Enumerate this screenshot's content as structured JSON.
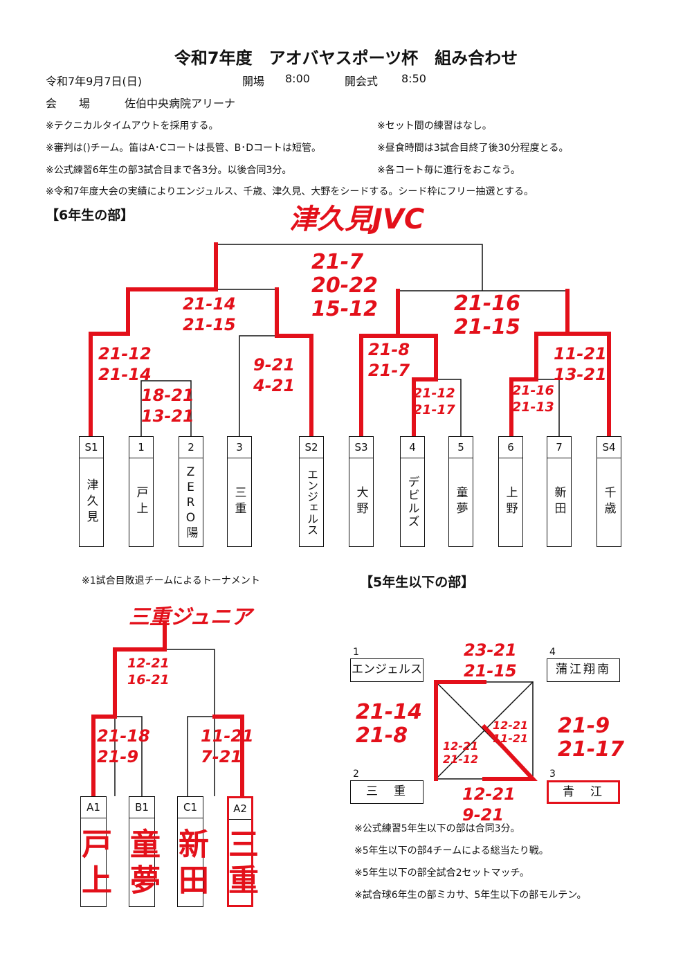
{
  "header": {
    "title": "令和7年度　アオバヤスポーツ杯　組み合わせ",
    "date": "令和7年9月7日(日)",
    "open_label": "開場",
    "open_time": "8:00",
    "ceremony_label": "開会式",
    "ceremony_time": "8:50",
    "venue_label": "会　　場",
    "venue": "佐伯中央病院アリーナ"
  },
  "notes": [
    "※テクニカルタイムアウトを採用する。",
    "※セット間の練習はなし。",
    "※審判は()チーム。笛はA･Cコートは長管、B･Dコートは短管。",
    "※昼食時間は3試合目終了後30分程度とる。",
    "※公式練習6年生の部3試合目まで各3分。以後合同3分。",
    "※各コート毎に進行をおこなう。",
    "※令和7年度大会の実績によりエンジュルス、千歳、津久見、大野をシードする。シード枠にフリー抽選とする。"
  ],
  "grade6": {
    "section_title": "【6年生の部】",
    "champion": "津久見JVC",
    "teams": [
      {
        "seed": "S1",
        "name": "津久見"
      },
      {
        "seed": "1",
        "name": "戸上"
      },
      {
        "seed": "2",
        "name": "ZERO陽"
      },
      {
        "seed": "3",
        "name": "三重"
      },
      {
        "seed": "S2",
        "name": "エンジェルス"
      },
      {
        "seed": "S3",
        "name": "大野"
      },
      {
        "seed": "4",
        "name": "デビルズ"
      },
      {
        "seed": "5",
        "name": "童夢"
      },
      {
        "seed": "6",
        "name": "上野"
      },
      {
        "seed": "7",
        "name": "新田"
      },
      {
        "seed": "S4",
        "name": "千歳"
      }
    ],
    "scores": {
      "m_1_2": [
        "18-21",
        "13-21"
      ],
      "m_s1": [
        "21-12",
        "21-14"
      ],
      "m_3_s2": [
        "9-21",
        "4-21"
      ],
      "m_left_semi": [
        "21-14",
        "21-15"
      ],
      "m_4_5": [
        "21-12",
        "21-17"
      ],
      "m_s3": [
        "21-8",
        "21-7"
      ],
      "m_6_7": [
        "21-16",
        "21-13"
      ],
      "m_s4": [
        "11-21",
        "13-21"
      ],
      "m_right_semi": [
        "21-16",
        "21-15"
      ],
      "final": [
        "21-7",
        "20-22",
        "15-12"
      ]
    }
  },
  "consolation": {
    "note": "※1試合目敗退チームによるトーナメント",
    "champion": "三重ジュニア",
    "teams": [
      {
        "seed": "A1",
        "name": "戸上"
      },
      {
        "seed": "B1",
        "name": "童夢"
      },
      {
        "seed": "C1",
        "name": "新田"
      },
      {
        "seed": "A2",
        "name": "三重"
      }
    ],
    "scores": {
      "left": [
        "21-18",
        "21-9"
      ],
      "right": [
        "11-21",
        "7-21"
      ],
      "final": [
        "12-21",
        "16-21"
      ]
    }
  },
  "grade5": {
    "section_title": "【5年生以下の部】",
    "teams": [
      {
        "num": "1",
        "name": "エンジェルス"
      },
      {
        "num": "4",
        "name": "蒲江翔南"
      },
      {
        "num": "2",
        "name": "三　重"
      },
      {
        "num": "3",
        "name": "青　江"
      }
    ],
    "scores": {
      "top": [
        "23-21",
        "21-15"
      ],
      "left": [
        "21-14",
        "21-8"
      ],
      "right": [
        "21-9",
        "21-17"
      ],
      "bottom": [
        "12-21",
        "9-21"
      ],
      "diag_a": [
        "12-21",
        "11-21"
      ],
      "diag_b": [
        "12-21",
        "21-12"
      ]
    },
    "notes": [
      "※公式練習5年生以下の部は合同3分。",
      "※5年生以下の部4チームによる総当たり戦。",
      "※5年生以下の部全試合2セットマッチ。",
      "※試合球6年生の部ミカサ、5年生以下の部モルテン。"
    ]
  },
  "colors": {
    "ink": "#111111",
    "red": "#e3101a"
  }
}
